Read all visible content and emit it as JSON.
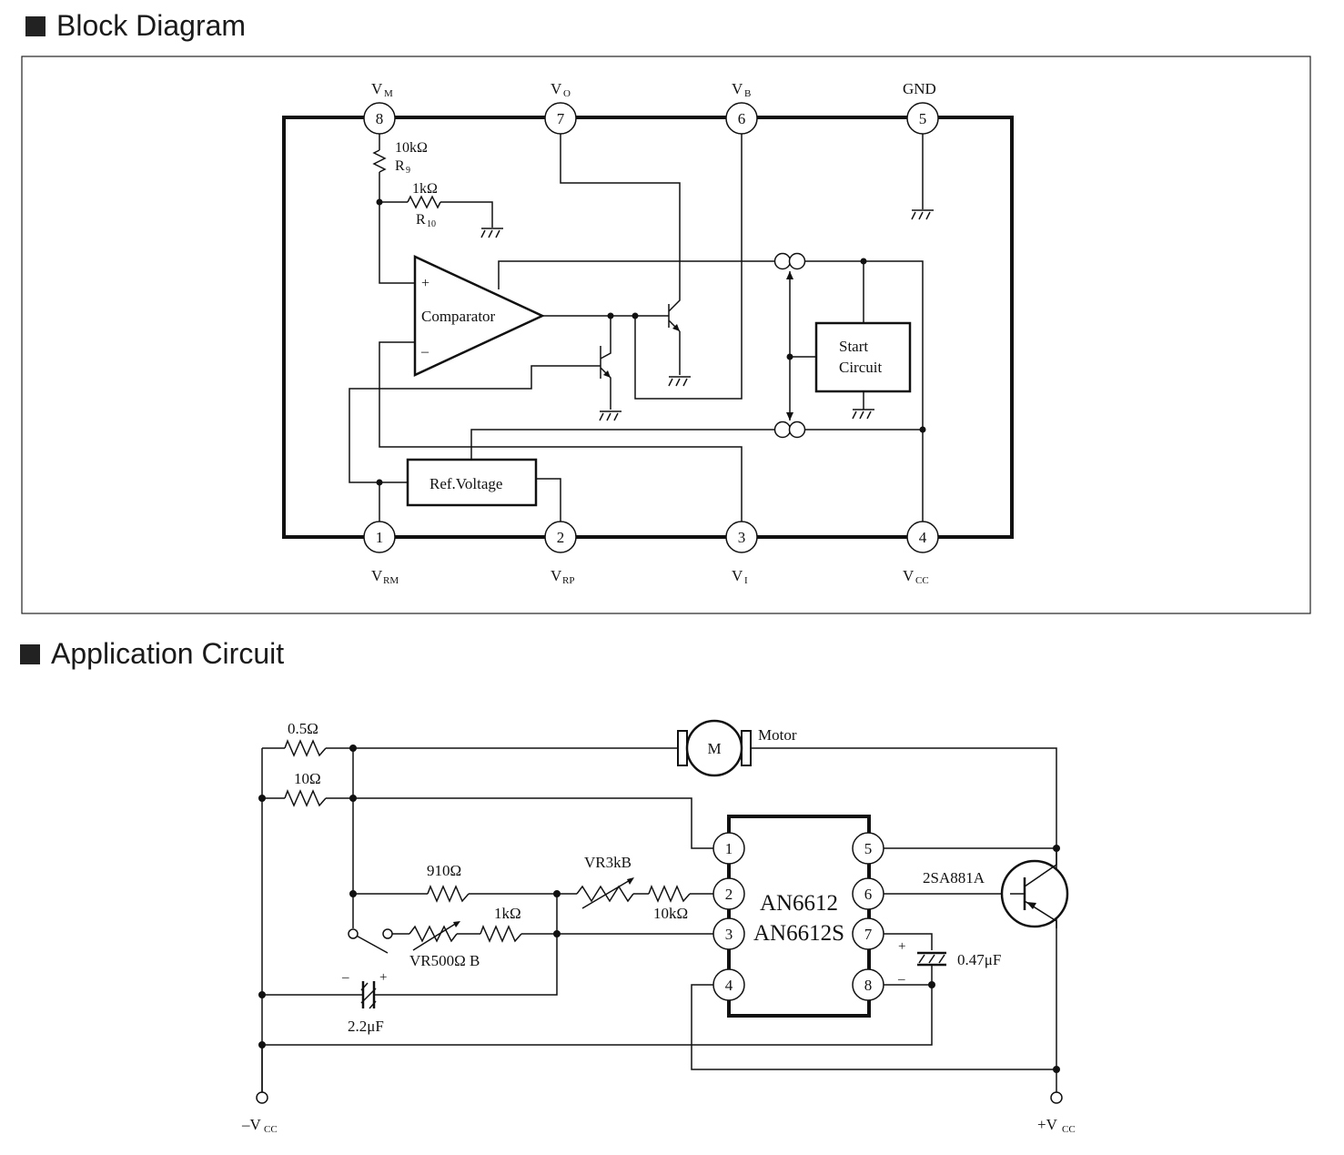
{
  "sections": {
    "block_title": "Block Diagram",
    "app_title": "Application Circuit"
  },
  "block": {
    "top_pins": [
      {
        "num": "8",
        "name": "V",
        "sub": "M"
      },
      {
        "num": "7",
        "name": "V",
        "sub": "O"
      },
      {
        "num": "6",
        "name": "V",
        "sub": "B"
      },
      {
        "num": "5",
        "name": "GND",
        "sub": ""
      }
    ],
    "bottom_pins": [
      {
        "num": "1",
        "name": "V",
        "sub": "RM"
      },
      {
        "num": "2",
        "name": "V",
        "sub": "RP"
      },
      {
        "num": "3",
        "name": "V",
        "sub": "I"
      },
      {
        "num": "4",
        "name": "V",
        "sub": "CC"
      }
    ],
    "r9_value": "10kΩ",
    "r9_name": "R",
    "r9_sub": "9",
    "r10_value": "1kΩ",
    "r10_name": "R",
    "r10_sub": "10",
    "comparator": "Comparator",
    "plus": "+",
    "minus": "–",
    "start_line1": "Start",
    "start_line2": "Circuit",
    "ref_voltage": "Ref.Voltage"
  },
  "app": {
    "r_05": "0.5Ω",
    "r_10": "10Ω",
    "motor_letter": "M",
    "motor_label": "Motor",
    "r_910": "910Ω",
    "vr3k": "VR3kB",
    "r_10k": "10kΩ",
    "r_1k": "1kΩ",
    "vr500": "VR500Ω B",
    "c_22": "2.2μF",
    "c_047": "0.47μF",
    "ic_line1": "AN6612",
    "ic_line2": "AN6612S",
    "ic_left_pins": [
      "1",
      "2",
      "3",
      "4"
    ],
    "ic_right_pins": [
      "5",
      "6",
      "7",
      "8"
    ],
    "transistor": "2SA881A",
    "minus_vcc": "–V",
    "minus_vcc_sub": "CC",
    "plus_vcc": "+V",
    "plus_vcc_sub": "CC",
    "plus": "+",
    "minus": "–"
  }
}
